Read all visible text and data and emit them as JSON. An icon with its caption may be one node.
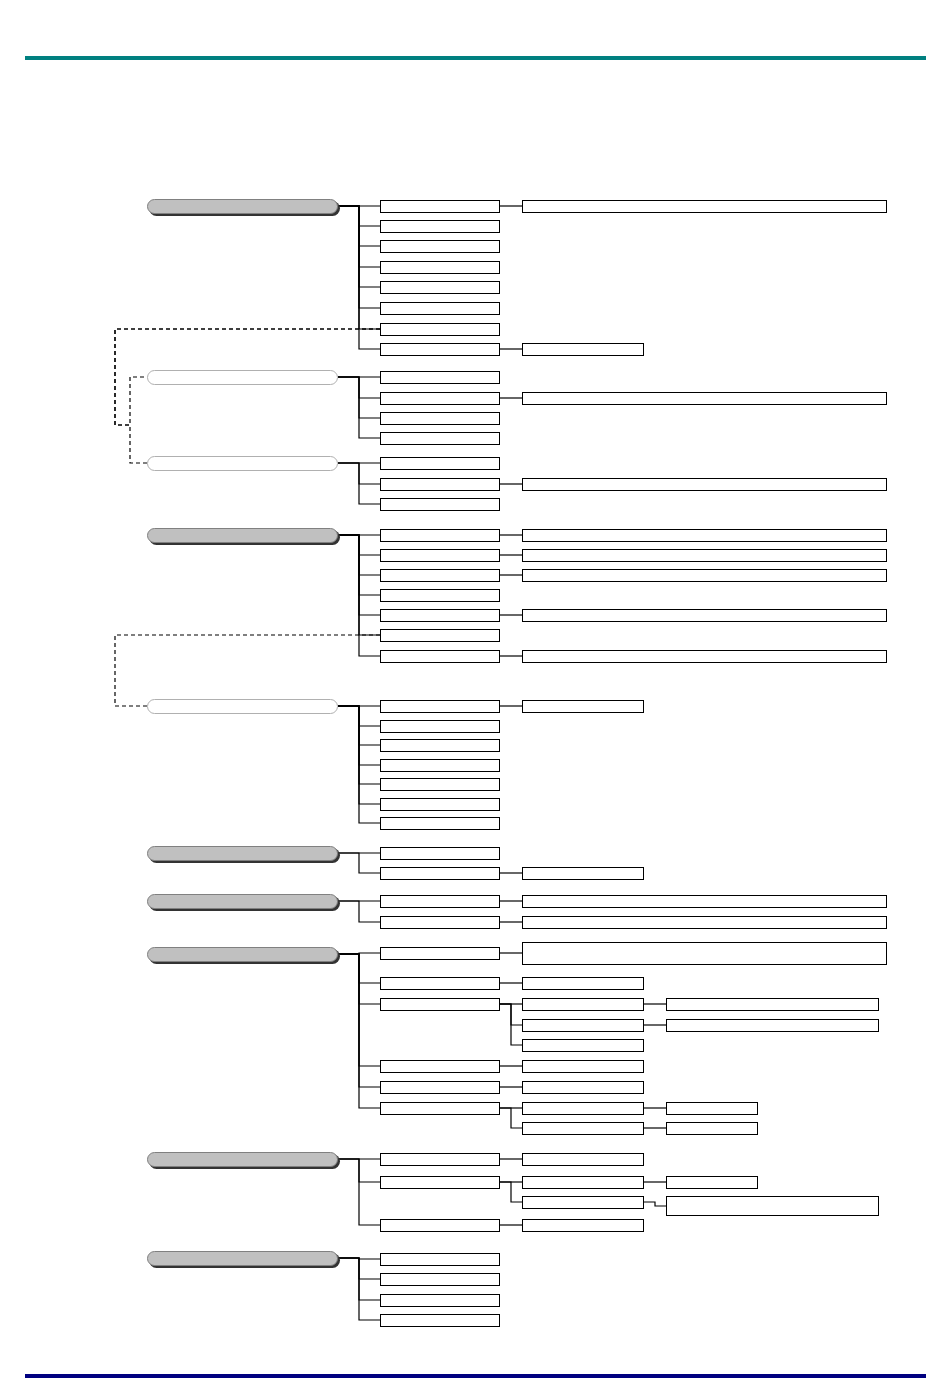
{
  "diagram": {
    "nodes": [
      {
        "text": [],
        "shape": "pill"
      },
      {
        "text": [],
        "shape": "box"
      },
      {
        "text": [],
        "shape": "box"
      },
      {
        "text": [],
        "shape": "box"
      },
      {
        "text": [],
        "shape": "box"
      },
      {
        "text": [],
        "shape": "box"
      },
      {
        "text": [],
        "shape": "box"
      },
      {
        "text": [],
        "shape": "box"
      },
      {
        "text": [],
        "shape": "box"
      },
      {
        "text": [],
        "shape": "box"
      },
      {
        "text": [],
        "shape": "box"
      },
      {
        "text": [],
        "shape": "pill"
      },
      {
        "text": [],
        "shape": "box"
      },
      {
        "text": [],
        "shape": "box"
      },
      {
        "text": [],
        "shape": "box"
      },
      {
        "text": [],
        "shape": "box"
      },
      {
        "text": [],
        "shape": "box"
      },
      {
        "text": [],
        "shape": "pill"
      },
      {
        "text": [],
        "shape": "box"
      },
      {
        "text": [],
        "shape": "box"
      },
      {
        "text": [],
        "shape": "box"
      },
      {
        "text": [],
        "shape": "box"
      },
      {
        "text": [],
        "shape": "pill"
      },
      {
        "text": [],
        "shape": "box"
      },
      {
        "text": [],
        "shape": "box"
      },
      {
        "text": [],
        "shape": "box"
      },
      {
        "text": [],
        "shape": "box"
      },
      {
        "text": [],
        "shape": "box"
      },
      {
        "text": [],
        "shape": "box"
      },
      {
        "text": [],
        "shape": "box"
      },
      {
        "text": [],
        "shape": "box"
      },
      {
        "text": [],
        "shape": "box"
      },
      {
        "text": [],
        "shape": "box"
      },
      {
        "text": [],
        "shape": "box"
      },
      {
        "text": [],
        "shape": "box"
      },
      {
        "text": [],
        "shape": "pill"
      },
      {
        "text": [],
        "shape": "box"
      },
      {
        "text": [],
        "shape": "box"
      },
      {
        "text": [],
        "shape": "box"
      },
      {
        "text": [],
        "shape": "box"
      },
      {
        "text": [],
        "shape": "box"
      },
      {
        "text": [],
        "shape": "box"
      },
      {
        "text": [],
        "shape": "box"
      },
      {
        "text": [],
        "shape": "box"
      },
      {
        "text": [],
        "shape": "pill"
      },
      {
        "text": [],
        "shape": "box"
      },
      {
        "text": [],
        "shape": "box"
      },
      {
        "text": [],
        "shape": "box"
      },
      {
        "text": [],
        "shape": "pill"
      },
      {
        "text": [],
        "shape": "box"
      },
      {
        "text": [],
        "shape": "box"
      },
      {
        "text": [],
        "shape": "box"
      },
      {
        "text": [],
        "shape": "box"
      },
      {
        "text": [],
        "shape": "pill"
      },
      {
        "text": [],
        "shape": "box"
      },
      {
        "text": [],
        "shape": "box"
      },
      {
        "text": [],
        "shape": "box"
      },
      {
        "text": [],
        "shape": "box"
      },
      {
        "text": [],
        "shape": "box"
      },
      {
        "text": [],
        "shape": "box"
      },
      {
        "text": [],
        "shape": "box"
      },
      {
        "text": [],
        "shape": "box"
      },
      {
        "text": [],
        "shape": "box"
      },
      {
        "text": [],
        "shape": "box"
      },
      {
        "text": [],
        "shape": "box"
      },
      {
        "text": [],
        "shape": "box"
      },
      {
        "text": [],
        "shape": "box"
      },
      {
        "text": [],
        "shape": "box"
      },
      {
        "text": [],
        "shape": "box"
      },
      {
        "text": [],
        "shape": "box"
      },
      {
        "text": [],
        "shape": "box"
      },
      {
        "text": [],
        "shape": "box"
      },
      {
        "text": [],
        "shape": "box"
      },
      {
        "text": [],
        "shape": "pill"
      },
      {
        "text": [],
        "shape": "box"
      },
      {
        "text": [],
        "shape": "box"
      },
      {
        "text": [],
        "shape": "box"
      },
      {
        "text": [],
        "shape": "box"
      },
      {
        "text": [],
        "shape": "box"
      },
      {
        "text": [],
        "shape": "box"
      },
      {
        "text": [],
        "shape": "box"
      },
      {
        "text": [],
        "shape": "box"
      },
      {
        "text": [],
        "shape": "box"
      },
      {
        "text": [],
        "shape": "pill"
      },
      {
        "text": [],
        "shape": "box"
      },
      {
        "text": [],
        "shape": "box"
      },
      {
        "text": [],
        "shape": "box"
      },
      {
        "text": [],
        "shape": "box"
      }
    ],
    "edges": [
      {
        "from": 0,
        "to": 1,
        "arrow": "none"
      },
      {
        "from": 0,
        "to": 3,
        "arrow": "none"
      },
      {
        "from": 0,
        "to": 4,
        "arrow": "none"
      },
      {
        "from": 0,
        "to": 5,
        "arrow": "none"
      },
      {
        "from": 0,
        "to": 6,
        "arrow": "none"
      },
      {
        "from": 0,
        "to": 7,
        "arrow": "none"
      },
      {
        "from": 0,
        "to": 8,
        "arrow": "none"
      },
      {
        "from": 0,
        "to": 9,
        "arrow": "none"
      },
      {
        "from": 1,
        "to": 2,
        "arrow": "none"
      },
      {
        "from": 9,
        "to": 10,
        "arrow": "none"
      },
      {
        "from": 11,
        "to": 12,
        "arrow": "none"
      },
      {
        "from": 11,
        "to": 13,
        "arrow": "none"
      },
      {
        "from": 11,
        "to": 15,
        "arrow": "none"
      },
      {
        "from": 11,
        "to": 16,
        "arrow": "none"
      },
      {
        "from": 13,
        "to": 14,
        "arrow": "none"
      },
      {
        "from": 17,
        "to": 18,
        "arrow": "none"
      },
      {
        "from": 17,
        "to": 19,
        "arrow": "none"
      },
      {
        "from": 17,
        "to": 21,
        "arrow": "none"
      },
      {
        "from": 19,
        "to": 20,
        "arrow": "none"
      },
      {
        "from": 22,
        "to": 23,
        "arrow": "none"
      },
      {
        "from": 22,
        "to": 25,
        "arrow": "none"
      },
      {
        "from": 22,
        "to": 27,
        "arrow": "none"
      },
      {
        "from": 22,
        "to": 29,
        "arrow": "none"
      },
      {
        "from": 22,
        "to": 30,
        "arrow": "none"
      },
      {
        "from": 22,
        "to": 32,
        "arrow": "none"
      },
      {
        "from": 22,
        "to": 33,
        "arrow": "none"
      },
      {
        "from": 23,
        "to": 24,
        "arrow": "none"
      },
      {
        "from": 25,
        "to": 26,
        "arrow": "none"
      },
      {
        "from": 27,
        "to": 28,
        "arrow": "none"
      },
      {
        "from": 30,
        "to": 31,
        "arrow": "none"
      },
      {
        "from": 33,
        "to": 34,
        "arrow": "none"
      },
      {
        "from": 35,
        "to": 36,
        "arrow": "none"
      },
      {
        "from": 35,
        "to": 38,
        "arrow": "none"
      },
      {
        "from": 35,
        "to": 39,
        "arrow": "none"
      },
      {
        "from": 35,
        "to": 40,
        "arrow": "none"
      },
      {
        "from": 35,
        "to": 41,
        "arrow": "none"
      },
      {
        "from": 35,
        "to": 42,
        "arrow": "none"
      },
      {
        "from": 35,
        "to": 43,
        "arrow": "none"
      },
      {
        "from": 36,
        "to": 37,
        "arrow": "none"
      },
      {
        "from": 44,
        "to": 45,
        "arrow": "none"
      },
      {
        "from": 44,
        "to": 46,
        "arrow": "none"
      },
      {
        "from": 46,
        "to": 47,
        "arrow": "none"
      },
      {
        "from": 48,
        "to": 49,
        "arrow": "none"
      },
      {
        "from": 48,
        "to": 51,
        "arrow": "none"
      },
      {
        "from": 49,
        "to": 50,
        "arrow": "none"
      },
      {
        "from": 51,
        "to": 52,
        "arrow": "none"
      },
      {
        "from": 53,
        "to": 54,
        "arrow": "none"
      },
      {
        "from": 53,
        "to": 56,
        "arrow": "none"
      },
      {
        "from": 53,
        "to": 58,
        "arrow": "none"
      },
      {
        "from": 53,
        "to": 64,
        "arrow": "none"
      },
      {
        "from": 53,
        "to": 66,
        "arrow": "none"
      },
      {
        "from": 53,
        "to": 68,
        "arrow": "none"
      },
      {
        "from": 54,
        "to": 55,
        "arrow": "none"
      },
      {
        "from": 56,
        "to": 57,
        "arrow": "none"
      },
      {
        "from": 58,
        "to": 59,
        "arrow": "none"
      },
      {
        "from": 58,
        "to": 61,
        "arrow": "none"
      },
      {
        "from": 58,
        "to": 63,
        "arrow": "none"
      },
      {
        "from": 59,
        "to": 60,
        "arrow": "none"
      },
      {
        "from": 61,
        "to": 62,
        "arrow": "none"
      },
      {
        "from": 64,
        "to": 65,
        "arrow": "none"
      },
      {
        "from": 66,
        "to": 67,
        "arrow": "none"
      },
      {
        "from": 68,
        "to": 69,
        "arrow": "none"
      },
      {
        "from": 68,
        "to": 71,
        "arrow": "none"
      },
      {
        "from": 69,
        "to": 70,
        "arrow": "none"
      },
      {
        "from": 71,
        "to": 72,
        "arrow": "none"
      },
      {
        "from": 73,
        "to": 74,
        "arrow": "none"
      },
      {
        "from": 73,
        "to": 76,
        "arrow": "none"
      },
      {
        "from": 73,
        "to": 81,
        "arrow": "none"
      },
      {
        "from": 74,
        "to": 75,
        "arrow": "none"
      },
      {
        "from": 76,
        "to": 77,
        "arrow": "none"
      },
      {
        "from": 76,
        "to": 79,
        "arrow": "none"
      },
      {
        "from": 77,
        "to": 78,
        "arrow": "none"
      },
      {
        "from": 79,
        "to": 80,
        "arrow": "none"
      },
      {
        "from": 81,
        "to": 82,
        "arrow": "none"
      },
      {
        "from": 83,
        "to": 84,
        "arrow": "none"
      },
      {
        "from": 83,
        "to": 85,
        "arrow": "none"
      },
      {
        "from": 83,
        "to": 86,
        "arrow": "none"
      },
      {
        "from": 83,
        "to": 87,
        "arrow": "none"
      },
      {
        "from": 8,
        "to": 11,
        "arrow": "none",
        "style": "dashed"
      },
      {
        "from": 8,
        "to": 17,
        "arrow": "none",
        "style": "dashed"
      },
      {
        "from": 32,
        "to": 35,
        "arrow": "none",
        "style": "dashed"
      }
    ]
  }
}
